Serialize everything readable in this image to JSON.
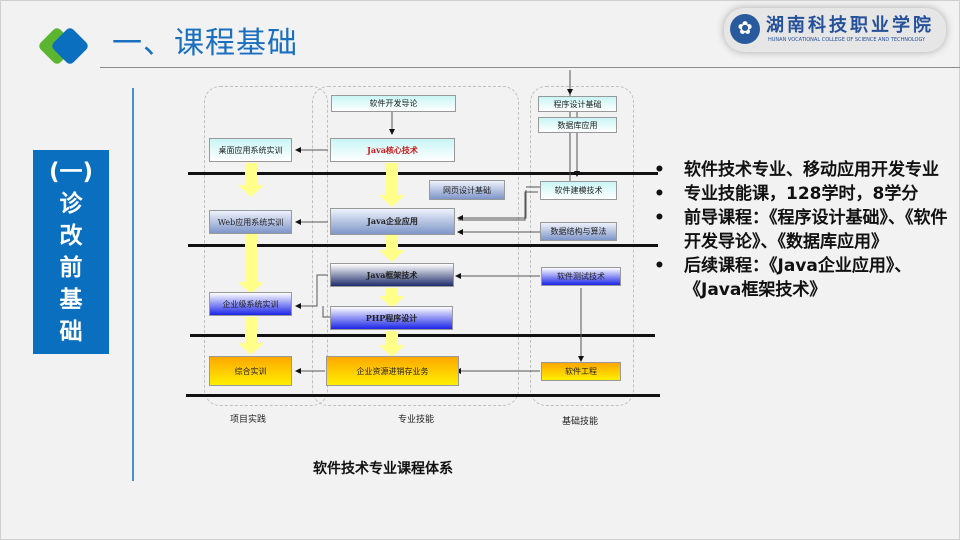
{
  "header": {
    "title": "一、课程基础",
    "school_name_cn": "湖南科技职业学院",
    "school_name_en": "HUNAN VOCATIONAL COLLEGE OF SCIENCE AND TECHNOLOGY",
    "school_emblem": "emblem-icon"
  },
  "side_tag": {
    "lines": [
      "(一)",
      "诊",
      "改",
      "前",
      "基",
      "础"
    ]
  },
  "diagram": {
    "columns": {
      "practice": "项目实践",
      "professional": "专业技能",
      "basic": "基础技能"
    },
    "nodes": {
      "desktop_training": "桌面应用系统实训",
      "web_training": "Web应用系统实训",
      "enterprise_training": "企业级系统实训",
      "comprehensive_training": "综合实训",
      "intro_software": "软件开发导论",
      "java_core": "Java核心技术",
      "web_design": "网页设计基础",
      "java_enterprise": "Java企业应用",
      "java_framework": "Java框架技术",
      "php": "PHP程序设计",
      "erp": "企业资源进销存业务",
      "programming_basic": "程序设计基础",
      "database_app": "数据库应用",
      "software_modeling": "软件建模技术",
      "data_structure": "数据结构与算法",
      "software_testing": "软件测试技术",
      "software_engineering": "软件工程"
    },
    "caption": "软件技术专业课程体系"
  },
  "bullets": [
    "软件技术专业、移动应用开发专业",
    "专业技能课，128学时，8学分",
    "前导课程：《程序设计基础》、《软件开发导论》、《数据库应用》",
    "后续课程：《Java企业应用》、《Java框架技术》"
  ],
  "bullet_symbol": "•"
}
